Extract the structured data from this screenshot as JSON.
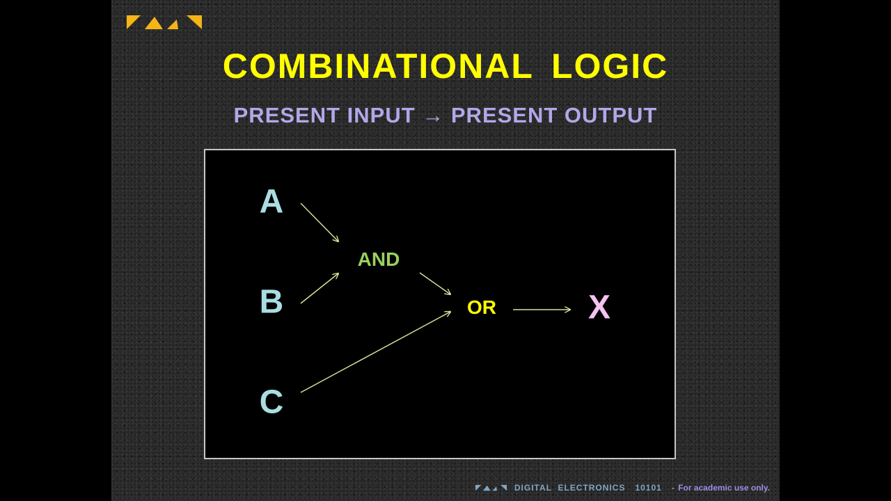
{
  "slide": {
    "title": "COMBINATIONAL LOGIC",
    "subtitle": "PRESENT INPUT → PRESENT OUTPUT"
  },
  "diagram": {
    "nodes": {
      "a": "A",
      "b": "B",
      "c": "C",
      "and": "AND",
      "or": "OR",
      "x": "X"
    },
    "edges": [
      [
        "A",
        "AND"
      ],
      [
        "B",
        "AND"
      ],
      [
        "AND",
        "OR"
      ],
      [
        "C",
        "OR"
      ],
      [
        "OR",
        "X"
      ]
    ],
    "colors": {
      "inputs": "#a9dde2",
      "and": "#99d15f",
      "or": "#ffff00",
      "output": "#f5c2f2",
      "arrows": "#d6e29a"
    }
  },
  "footer": {
    "course": "DIGITAL  ELECTRONICS",
    "code": "10101",
    "separator": "-",
    "note": "For academic use only."
  },
  "colors": {
    "title": "#ffff00",
    "subtitle": "#b0a8e8",
    "slide_background": "#2c2c2c"
  }
}
